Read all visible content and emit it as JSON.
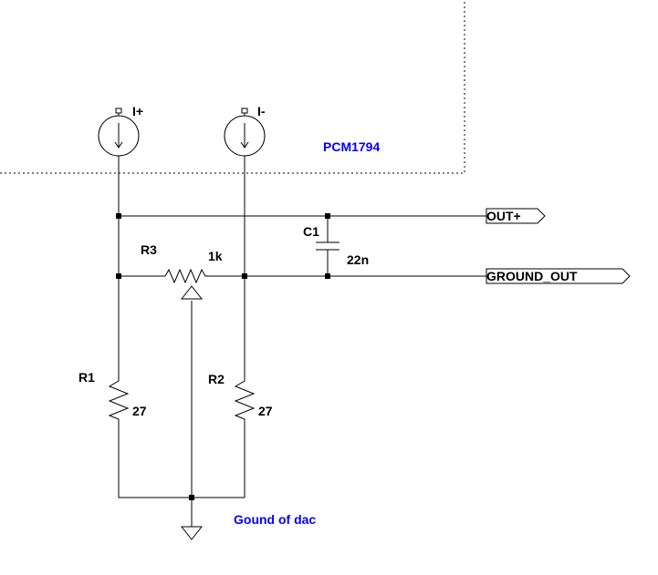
{
  "components": {
    "current_source_pos": {
      "name": "I+"
    },
    "current_source_neg": {
      "name": "I-"
    },
    "r1": {
      "name": "R1",
      "value": "27"
    },
    "r2": {
      "name": "R2",
      "value": "27"
    },
    "r3": {
      "name": "R3",
      "value": "1k"
    },
    "c1": {
      "name": "C1",
      "value": "22n"
    }
  },
  "ports": {
    "out_plus": "OUT+",
    "ground_out": "GROUND_OUT"
  },
  "notes": {
    "chip": "PCM1794",
    "ground": "Gound of dac"
  },
  "colors": {
    "wire": "#000000",
    "note_text": "#0000ff",
    "dashed_box": "#000000",
    "background": "#ffffff"
  }
}
